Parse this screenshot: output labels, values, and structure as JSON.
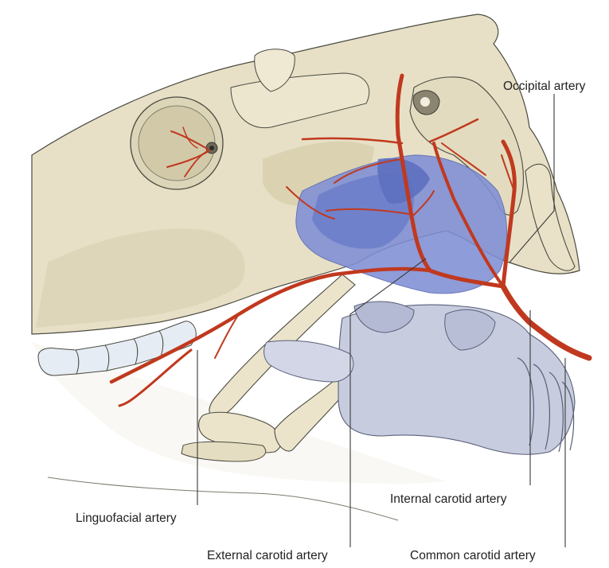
{
  "labels": {
    "occipital": "Occipital artery",
    "internal_carotid": "Internal carotid artery",
    "linguofacial": "Linguofacial artery",
    "external_carotid": "External carotid artery",
    "common_carotid": "Common carotid artery"
  },
  "colors": {
    "bone": "#e7e0c6",
    "bone_shadow": "#cfc6a6",
    "bone_outline": "#4a4a40",
    "artery": "#c0391f",
    "guttural_pouch": "#7f8fd6",
    "larynx": "#c7ccdf",
    "background": "#ffffff"
  }
}
